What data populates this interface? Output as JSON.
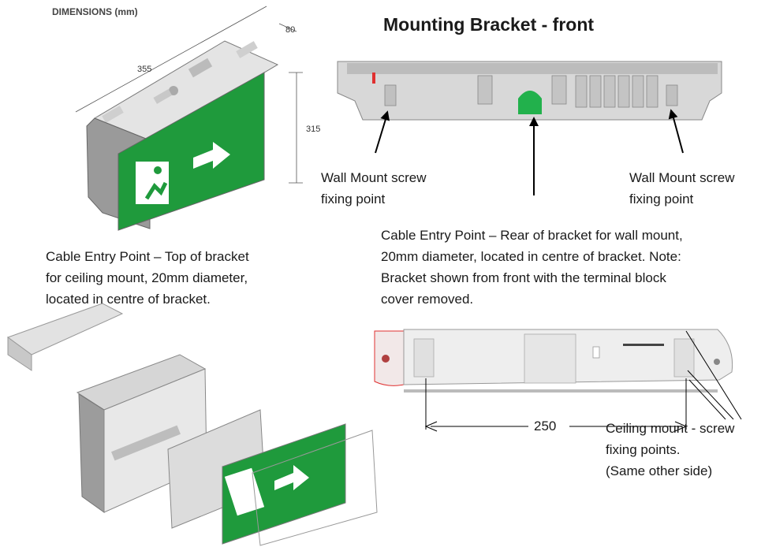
{
  "dimensions": {
    "title": "DIMENSIONS (mm)",
    "width": "355",
    "depth": "80",
    "height": "315"
  },
  "bracket_front": {
    "heading": "Mounting Bracket - front",
    "wall_left": [
      "Wall Mount screw",
      "fixing point"
    ],
    "wall_right": [
      "Wall Mount screw",
      "fixing point"
    ],
    "cable_wall": [
      "Cable Entry Point – Rear of bracket for wall mount,",
      "20mm diameter, located in centre of bracket. Note:",
      "Bracket shown from front with the terminal block",
      "cover removed."
    ]
  },
  "ceiling": {
    "cable_ceiling": [
      "Cable Entry Point – Top of bracket",
      "for ceiling mount, 20mm diameter,",
      "located in centre of bracket."
    ],
    "spacing": "250",
    "fixing": [
      "Ceiling mount - screw",
      "fixing points.",
      "(Same other side)"
    ]
  },
  "colors": {
    "sign_green": "#1f9a3c",
    "bracket_grey": "#d4d4d4",
    "entry_green": "#22b14c",
    "accent_red": "#e03030"
  }
}
